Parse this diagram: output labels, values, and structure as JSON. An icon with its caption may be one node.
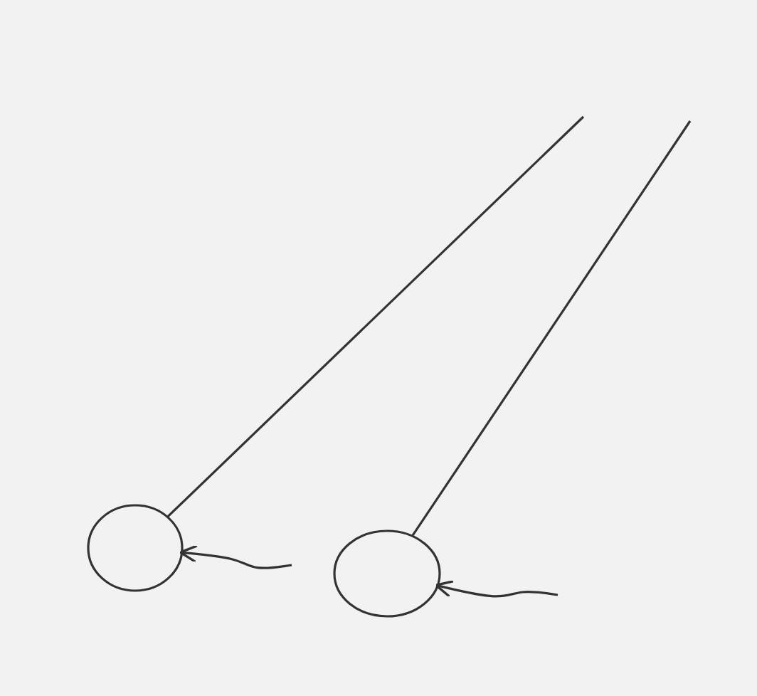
{
  "diagram": {
    "nodes": [
      {
        "text": [],
        "shape": "circle"
      },
      {
        "text": [],
        "shape": "circle"
      }
    ],
    "edges": [
      {
        "from": 0,
        "to": null,
        "arrow": "none"
      },
      {
        "from": 1,
        "to": null,
        "arrow": "none"
      },
      {
        "from": null,
        "to": 0,
        "arrow": "to"
      },
      {
        "from": null,
        "to": 1,
        "arrow": "to"
      }
    ]
  }
}
